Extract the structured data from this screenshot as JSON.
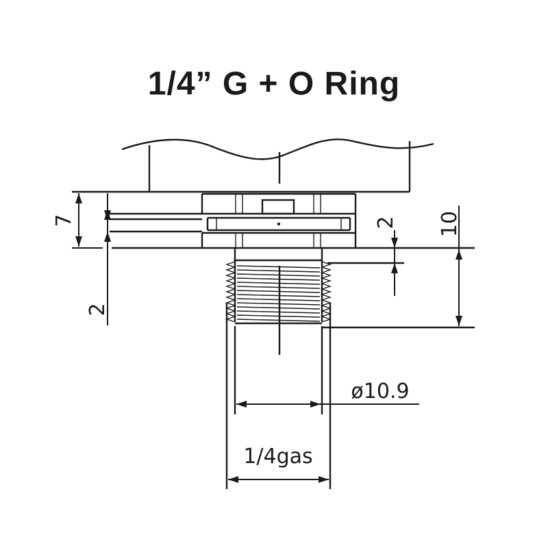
{
  "title": "1/4” G + O Ring",
  "dimensions": {
    "height_total": "7",
    "oring_offset": "2",
    "groove": "2",
    "thread_length": "10",
    "inner_diameter": "ø10.9",
    "thread_size": "1/4gas"
  }
}
